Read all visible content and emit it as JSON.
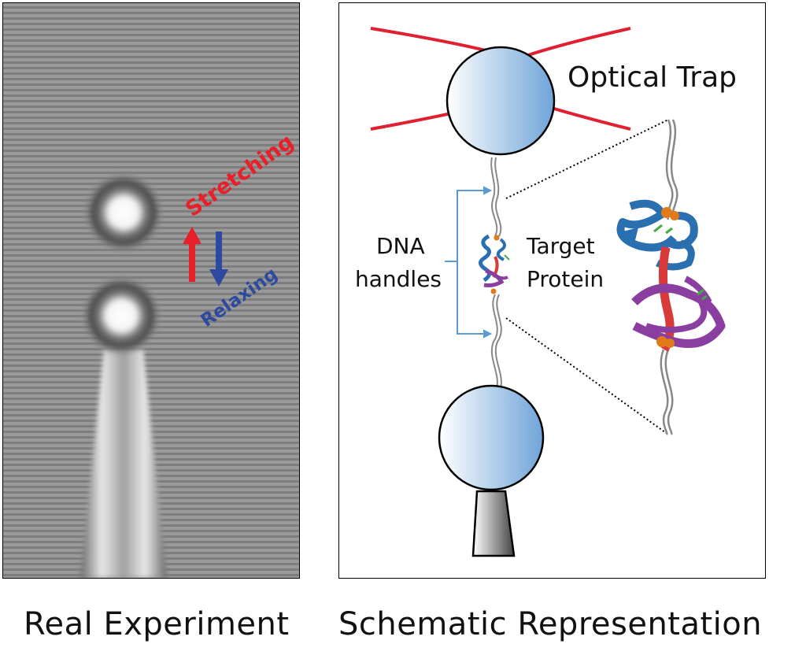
{
  "left_panel": {
    "stretching_label": "Stretching",
    "relaxing_label": "Relaxing"
  },
  "right_panel": {
    "optical_trap_label": "Optical Trap",
    "dna_label_line1": "DNA",
    "dna_label_line2": "handles",
    "target_label_line1": "Target",
    "target_label_line2": "Protein"
  },
  "captions": {
    "left": "Real Experiment",
    "right": "Schematic Representation"
  },
  "colors": {
    "stretch_red": "#e8202a",
    "relax_blue": "#2e4a9e",
    "trap_red": "#e02030",
    "handle_blue": "#5b9bd5",
    "protein_blue": "#2a6fb0",
    "protein_purple": "#8a3fa0",
    "protein_red": "#d83a3a",
    "protein_orange": "#e07a1a",
    "protein_green": "#3fae3f"
  }
}
